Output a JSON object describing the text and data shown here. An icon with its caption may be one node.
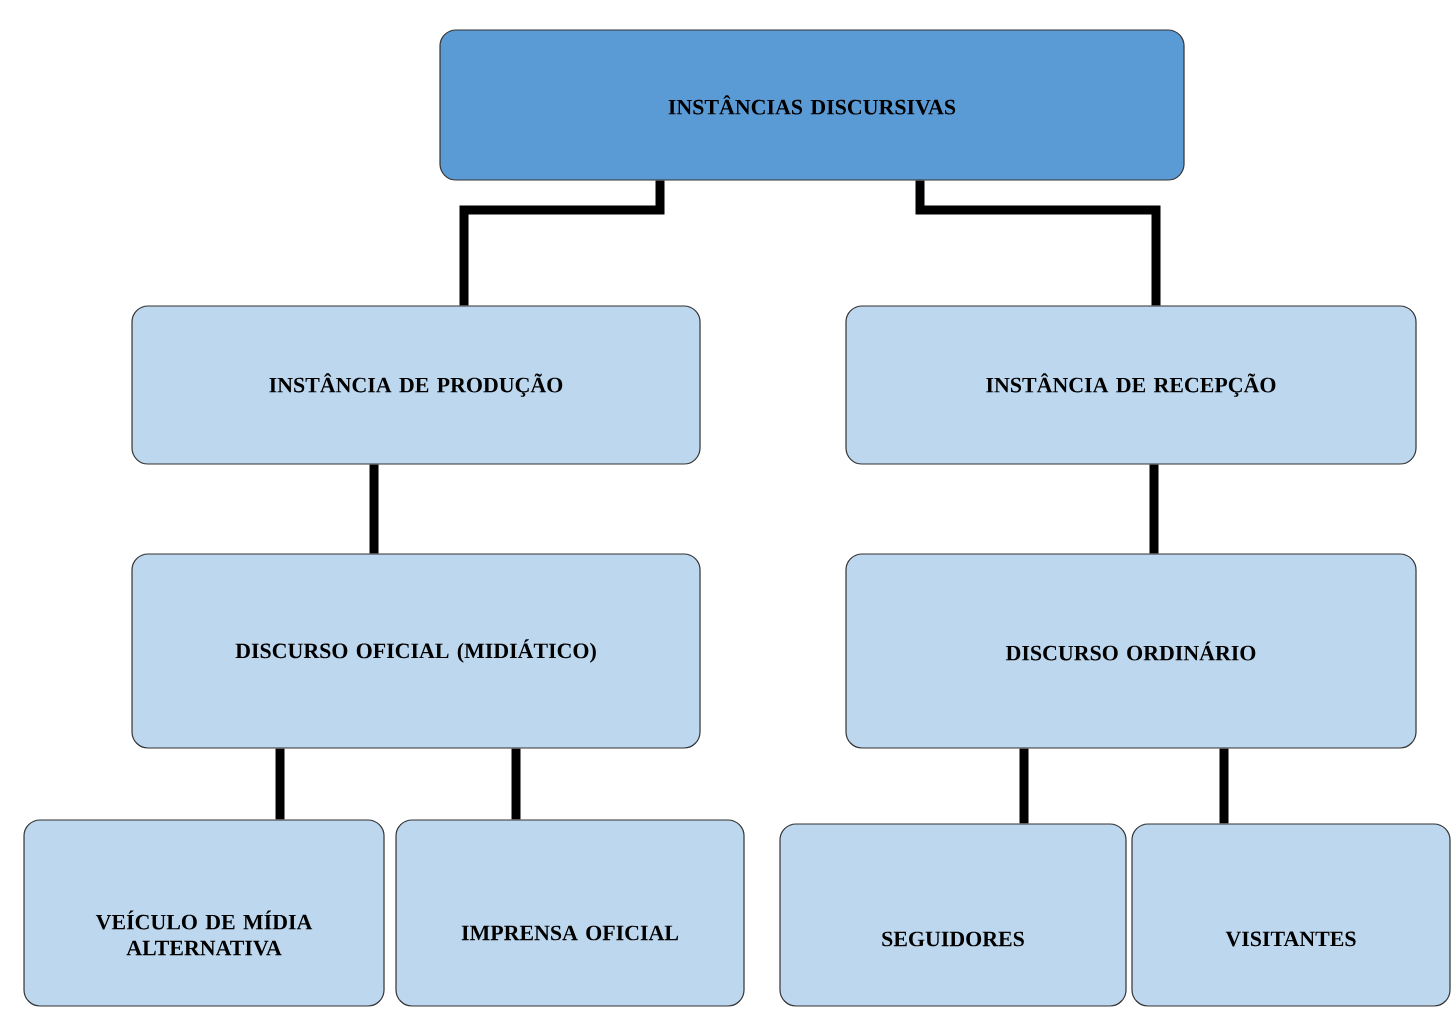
{
  "diagram": {
    "nodes": [
      {
        "text": [
          "INSTÂNCIAS DISCURSIVAS"
        ]
      },
      {
        "text": [
          "INSTÂNCIA DE PRODUÇÃO"
        ]
      },
      {
        "text": [
          "INSTÂNCIA DE RECEPÇÃO"
        ]
      },
      {
        "text": [
          "DISCURSO OFICIAL (MIDIÁTICO)"
        ]
      },
      {
        "text": [
          "DISCURSO ORDINÁRIO"
        ]
      },
      {
        "text": [
          "VEÍCULO DE MÍDIA ALTERNATIVA"
        ]
      },
      {
        "text": [
          "IMPRENSA OFICIAL"
        ]
      },
      {
        "text": [
          "SEGUIDORES"
        ]
      },
      {
        "text": [
          "VISITANTES"
        ]
      }
    ],
    "edges": [
      {
        "from": 0,
        "to": 1,
        "arrow": "none"
      },
      {
        "from": 0,
        "to": 2,
        "arrow": "none"
      },
      {
        "from": 1,
        "to": 3,
        "arrow": "none"
      },
      {
        "from": 2,
        "to": 4,
        "arrow": "none"
      },
      {
        "from": 3,
        "to": 5,
        "arrow": "none"
      },
      {
        "from": 3,
        "to": 6,
        "arrow": "none"
      },
      {
        "from": 4,
        "to": 7,
        "arrow": "none"
      },
      {
        "from": 4,
        "to": 8,
        "arrow": "none"
      }
    ]
  }
}
